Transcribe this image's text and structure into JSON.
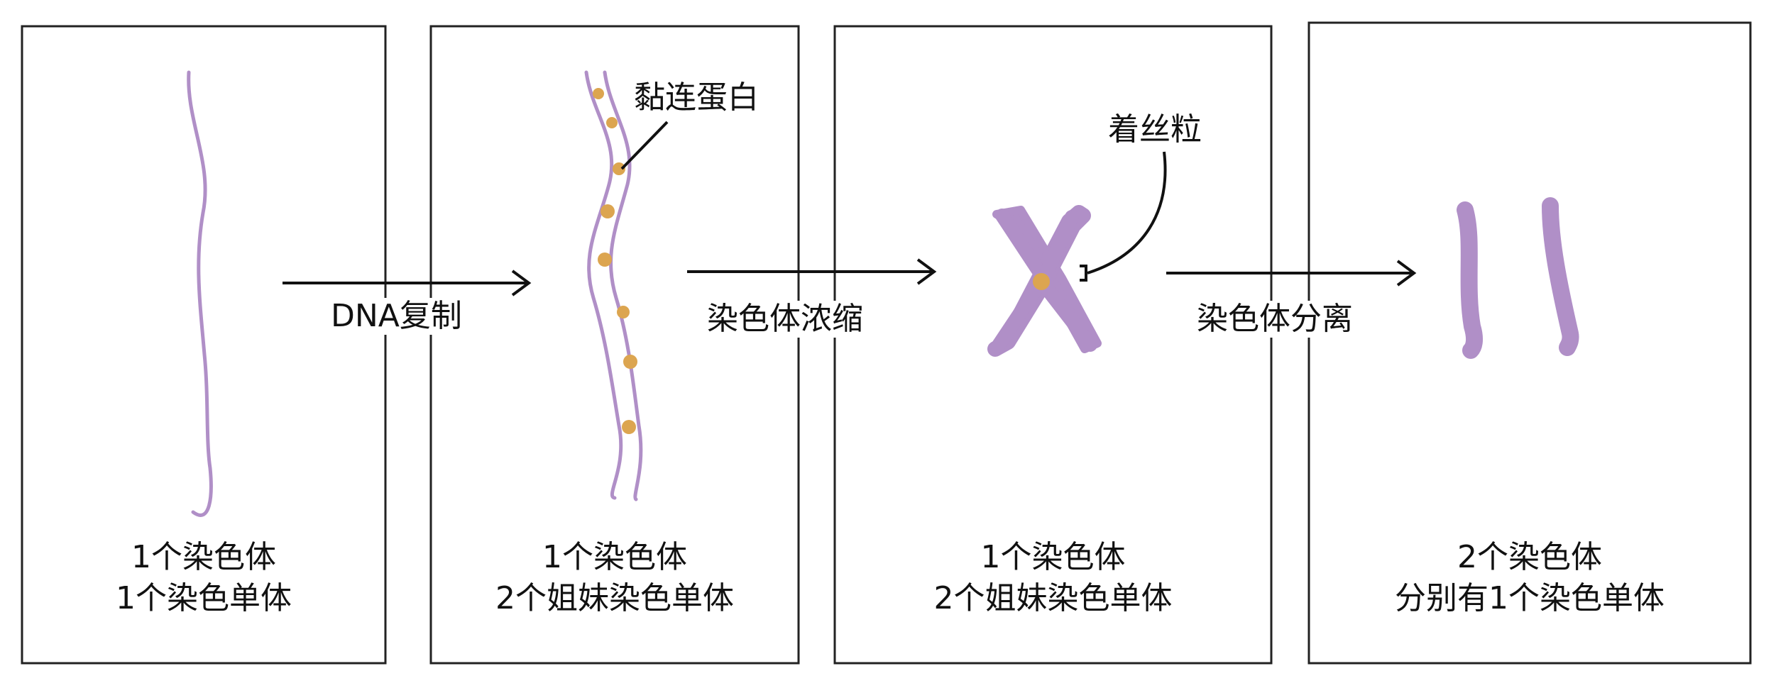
{
  "panels": [
    {
      "line1": "1个染色体",
      "line2": "1个染色单体"
    },
    {
      "line1": "1个染色体",
      "line2": "2个姐妹染色单体"
    },
    {
      "line1": "1个染色体",
      "line2": "2个姐妹染色单体"
    },
    {
      "line1": "2个染色体",
      "line2": "分别有1个染色单体"
    }
  ],
  "arrows": [
    {
      "label": "DNA复制"
    },
    {
      "label": "染色体浓缩"
    },
    {
      "label": "染色体分离"
    }
  ],
  "callouts": {
    "cohesin": "黏连蛋白",
    "centromere": "着丝粒"
  },
  "colors": {
    "chromatid": "#b08fc7",
    "cohesin": "#dca550",
    "frame": "#222222",
    "text": "#111111"
  }
}
